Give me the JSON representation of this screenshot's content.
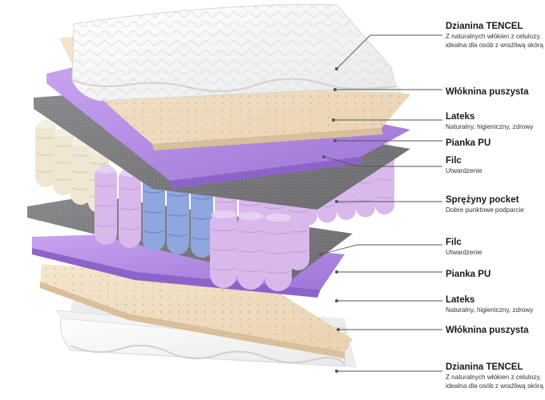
{
  "labels": [
    {
      "title": "Dzianina TENCEL",
      "desc": "Z naturalnych włókien z celulozy, idealna dla osób z wrażliwą skórą"
    },
    {
      "title": "Włóknina puszysta",
      "desc": ""
    },
    {
      "title": "Lateks",
      "desc": "Naturalny,  higieniczny, zdrowy"
    },
    {
      "title": "Pianka PU",
      "desc": ""
    },
    {
      "title": "Filc",
      "desc": "Utwardzenie"
    },
    {
      "title": "Sprężyny pocket",
      "desc": "Dobre punktowe podparcie"
    },
    {
      "title": "Filc",
      "desc": "Utwardzenie"
    },
    {
      "title": "Pianka PU",
      "desc": ""
    },
    {
      "title": "Lateks",
      "desc": "Naturalny,  higieniczny, zdrowy"
    },
    {
      "title": "Włóknina puszysta",
      "desc": ""
    },
    {
      "title": "Dzianina TENCEL",
      "desc": "Z naturalnych włókien z celulozy, idealna dla osób z wrażliwą skórą"
    }
  ],
  "colors": {
    "tencel": "#f7f7f7",
    "latex": "#f0dcc0",
    "foam": "#b68ee6",
    "felt": "#7d7d80",
    "spring_lilac": "#d9b9ec",
    "spring_blue": "#8fa6df",
    "spring_cream": "#efe7d2",
    "leader": "#555555"
  }
}
